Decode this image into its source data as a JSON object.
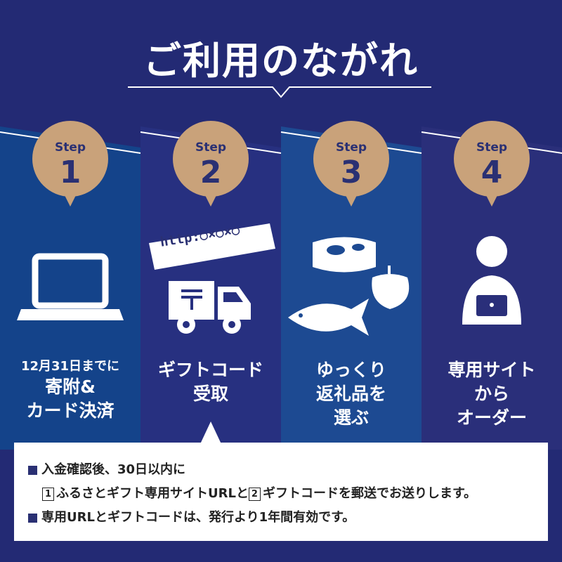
{
  "title": "ご利用のながれ",
  "colors": {
    "background": "#232a74",
    "panel_1": "#14438a",
    "panel_2": "#273080",
    "panel_3": "#1d4a92",
    "panel_4": "#2a2f7a",
    "badge": "#c9a27a",
    "badge_text": "#2a3073",
    "note_bg": "#ffffff",
    "note_bullet": "#2a3073"
  },
  "steps": [
    {
      "label": "Step",
      "number": "1",
      "icon": "laptop-icon",
      "caption_line1": "12月31日までに",
      "caption_line2": "寄附&",
      "caption_line3": "カード決済"
    },
    {
      "label": "Step",
      "number": "2",
      "icon": "delivery-truck-icon",
      "url_banner": "http:○×○×○",
      "caption_line1": "ギフトコード",
      "caption_line2": "受取"
    },
    {
      "label": "Step",
      "number": "3",
      "icon": "gift-items-icon",
      "caption_line1": "ゆっくり",
      "caption_line2": "返礼品を",
      "caption_line3": "選ぶ"
    },
    {
      "label": "Step",
      "number": "4",
      "icon": "person-laptop-icon",
      "caption_line1": "専用サイト",
      "caption_line2": "から",
      "caption_line3": "オーダー"
    }
  ],
  "note": {
    "line1": "入金確認後、30日以内に",
    "line2_box1": "1",
    "line2_part1": "ふるさとギフト専用サイトURLと",
    "line2_box2": "2",
    "line2_part2": "ギフトコードを郵送でお送りします。",
    "line3": "専用URLとギフトコードは、発行より1年間有効です。"
  }
}
